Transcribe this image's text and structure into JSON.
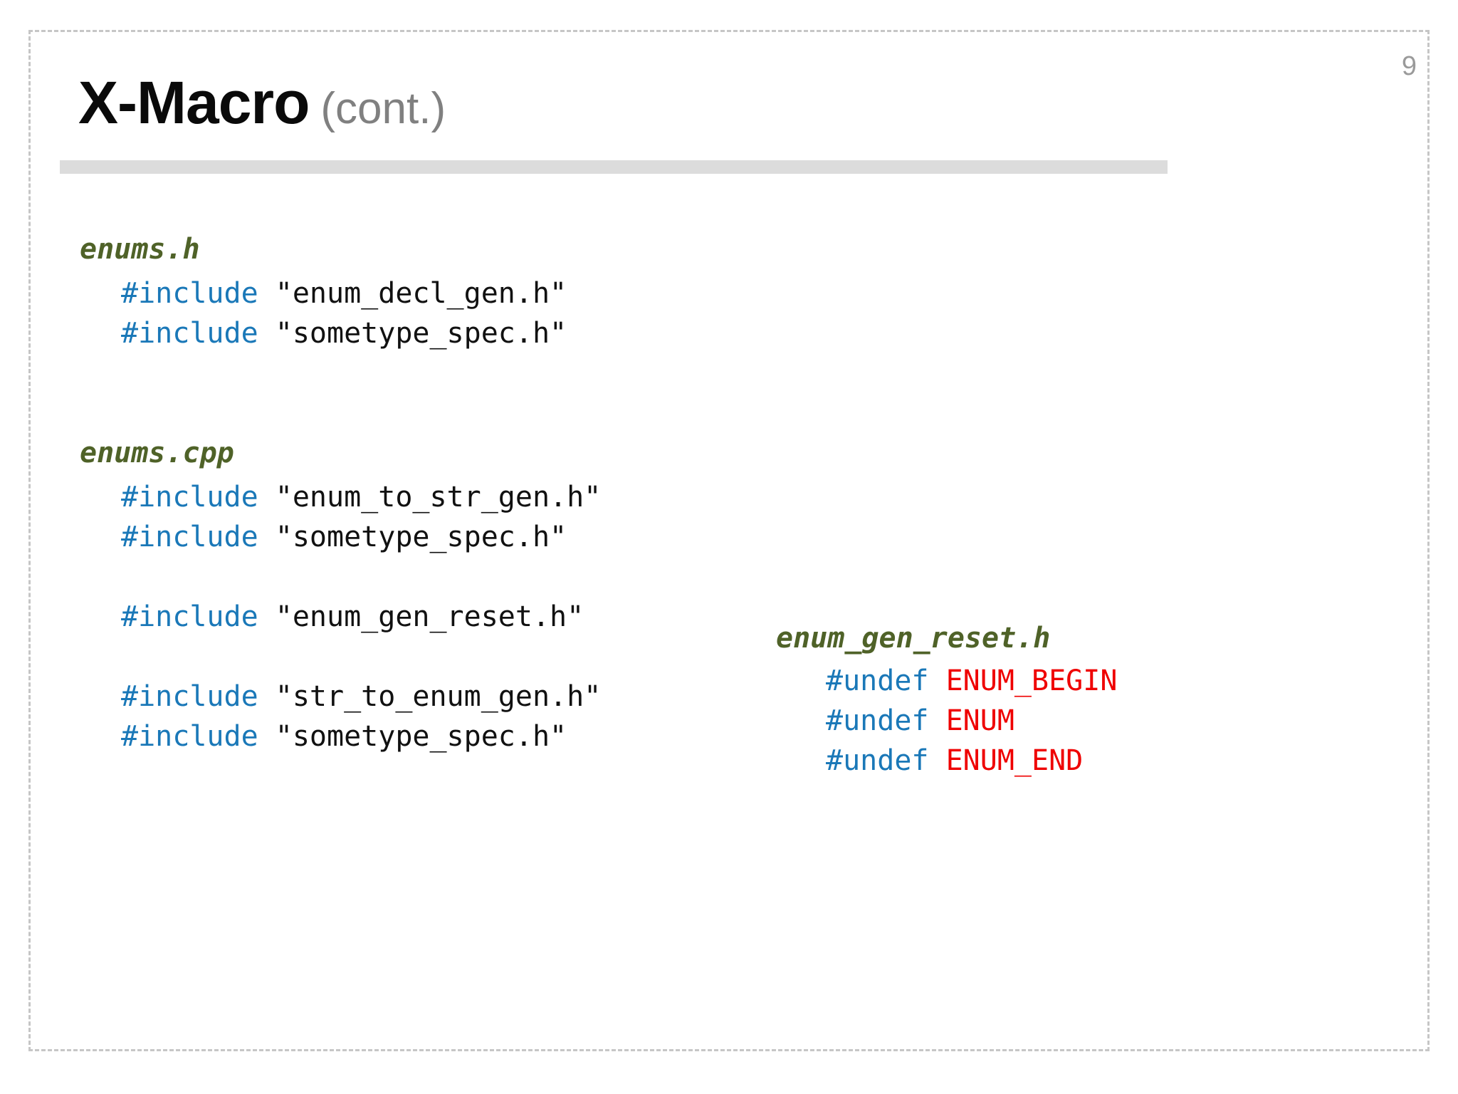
{
  "slide": {
    "page_number": "9",
    "title": {
      "main": "X-Macro",
      "sub": "(cont.)"
    },
    "colors": {
      "keyword_blue": "#1a78b8",
      "macro_red": "#ef0000",
      "file_green": "#4f6228",
      "title_black": "#0a0a0a",
      "title_gray": "#808080",
      "rule_gray": "#dcdcdc",
      "border_gray": "#c6c6c6",
      "page_number_gray": "#9a9a9a"
    },
    "left_column": {
      "sections": [
        {
          "heading": "enums.h",
          "lines": [
            {
              "keyword": "#include",
              "arg": " \"enum_decl_gen.h\""
            },
            {
              "keyword": "#include",
              "arg": " \"sometype_spec.h\""
            }
          ]
        },
        {
          "heading": "enums.cpp",
          "lines": [
            {
              "keyword": "#include",
              "arg": " \"enum_to_str_gen.h\""
            },
            {
              "keyword": "#include",
              "arg": " \"sometype_spec.h\""
            },
            {
              "keyword": "",
              "arg": ""
            },
            {
              "keyword": "#include",
              "arg": " \"enum_gen_reset.h\""
            },
            {
              "keyword": "",
              "arg": ""
            },
            {
              "keyword": "#include",
              "arg": " \"str_to_enum_gen.h\""
            },
            {
              "keyword": "#include",
              "arg": " \"sometype_spec.h\""
            }
          ]
        }
      ]
    },
    "right_column": {
      "heading": "enum_gen_reset.h",
      "lines": [
        {
          "keyword": "#undef",
          "arg": " ENUM_BEGIN"
        },
        {
          "keyword": "#undef",
          "arg": " ENUM"
        },
        {
          "keyword": "#undef",
          "arg": " ENUM_END"
        }
      ]
    }
  }
}
